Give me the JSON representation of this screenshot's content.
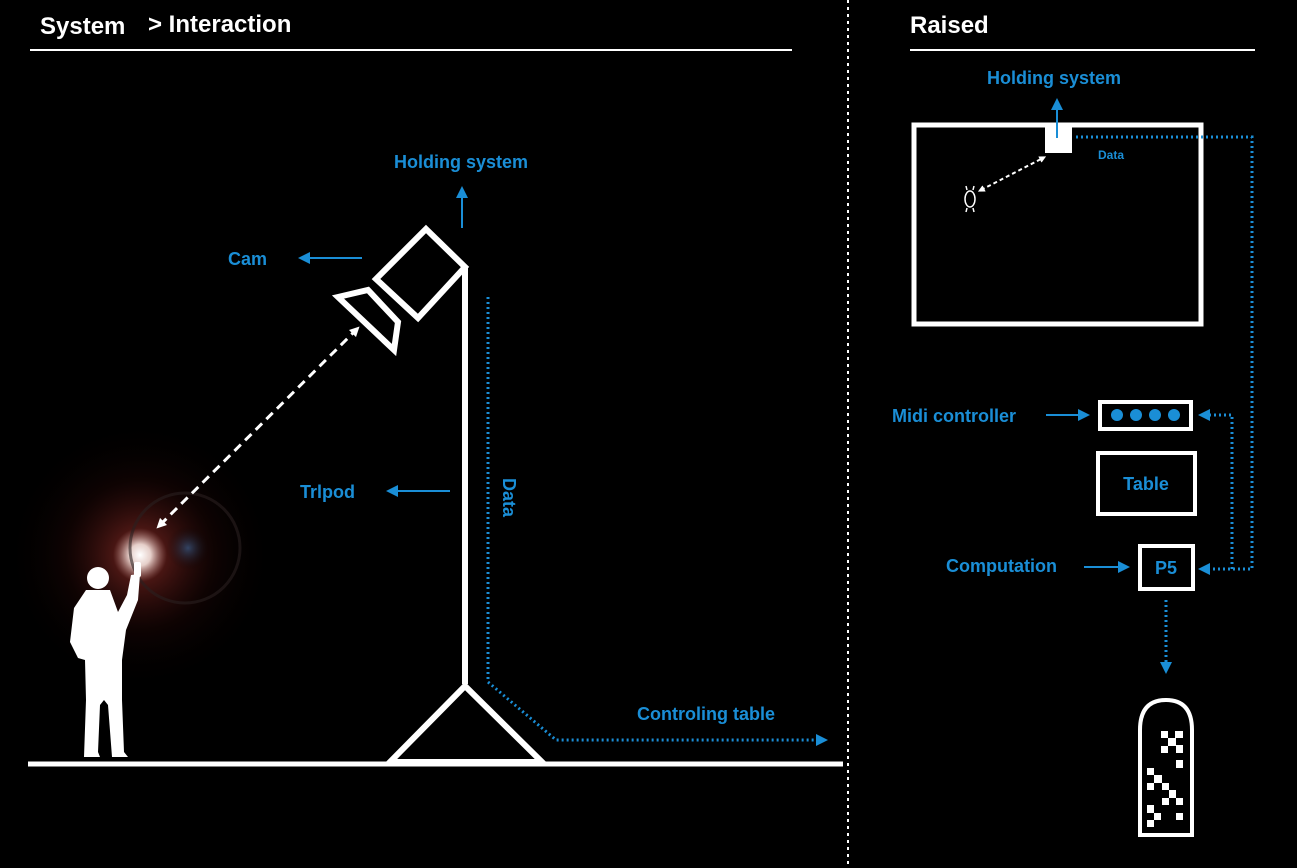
{
  "headers": {
    "left_title_a": "System",
    "left_title_b": "> Interaction",
    "right_title": "Raised"
  },
  "left_labels": {
    "holding_system": "Holding system",
    "cam": "Cam",
    "tripod": "Trlpod",
    "data": "Data",
    "controlling_table": "Controling table"
  },
  "right_labels": {
    "holding_system": "Holding system",
    "data": "Data",
    "midi_controller": "Midi controller",
    "table": "Table",
    "computation": "Computation",
    "p5": "P5"
  },
  "colors": {
    "background": "#000000",
    "foreground": "#ffffff",
    "accent": "#1a8ed6"
  }
}
